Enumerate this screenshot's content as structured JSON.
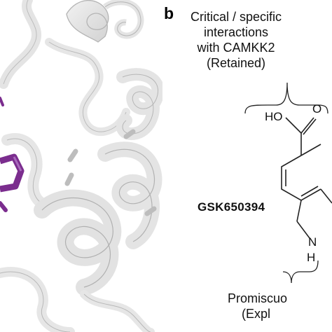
{
  "panel_b": {
    "letter": "b",
    "top_caption": {
      "line1": "Critical / specific",
      "line2": "interactions",
      "line3": "with CAMKK2",
      "line4": "(Retained)"
    },
    "compound_name": "GSK650394",
    "atoms": {
      "hydroxyl": "HO",
      "oxygen": "O",
      "nitrogen": "N",
      "hydrogen": "H"
    },
    "bottom_caption": {
      "line1": "Promiscuo",
      "line2": "(Expl"
    }
  },
  "colors": {
    "protein": "#e6e6e6",
    "protein_edge": "#b4b4b4",
    "ligand": "#7b2d8e",
    "text": "#111111"
  }
}
